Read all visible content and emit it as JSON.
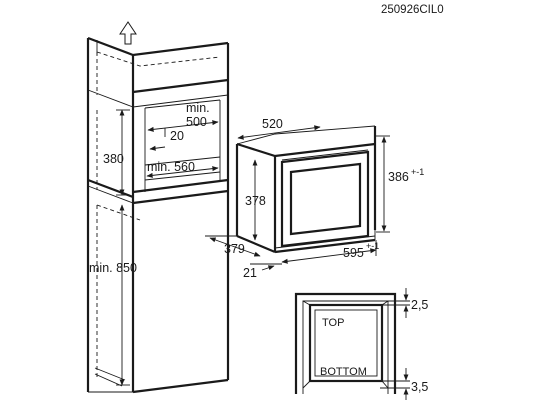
{
  "diagram_code": "250926CIL0",
  "labels": {
    "min500_line1": "min.",
    "min500_line2": "500",
    "d20": "20",
    "min560": "min. 560",
    "h380": "380",
    "min850": "min. 850",
    "w520": "520",
    "h378": "378",
    "h386": "386",
    "h386_tol": "+-1",
    "d379": "379",
    "d21": "21",
    "w595": "595",
    "w595_tol": "+-1",
    "gap_top": "2,5",
    "gap_bottom": "3,5",
    "detail_top": "TOP",
    "detail_bottom": "BOTTOM"
  }
}
